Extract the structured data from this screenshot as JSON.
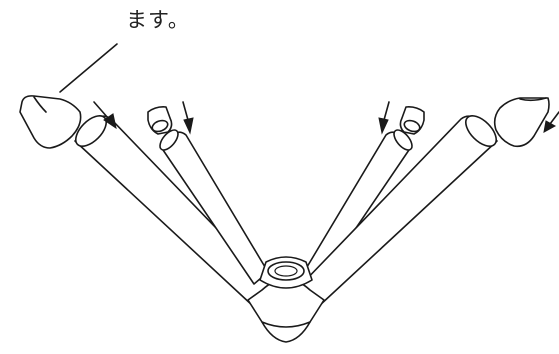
{
  "caption": {
    "text": "ます。"
  },
  "colors": {
    "line": "#1a1a1a",
    "background": "#ffffff",
    "text": "#222222"
  },
  "illustration": {
    "caps": [
      "large-end-cap",
      "small-end-cap",
      "small-end-cap",
      "large-end-cap"
    ],
    "arrows": [
      "arrow-down-right",
      "arrow-down-right",
      "arrow-down-left",
      "arrow-down-left"
    ],
    "tubes": [
      "outer-left-tube",
      "inner-left-tube",
      "inner-right-tube",
      "outer-right-tube"
    ],
    "hub": "center-connector"
  }
}
